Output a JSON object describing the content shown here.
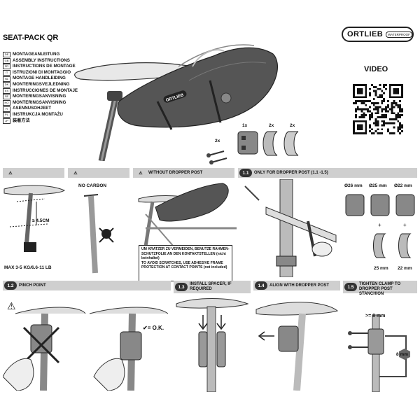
{
  "header": {
    "title": "SEAT-PACK QR",
    "brand": {
      "name": "ORTLIEB",
      "tag": "WATERPROOF"
    },
    "video_label": "VIDEO"
  },
  "languages": [
    {
      "code": "DE",
      "text": "MONTAGEANLEITUNG"
    },
    {
      "code": "GB",
      "text": "ASSEMBLY INSTRUCTIONS"
    },
    {
      "code": "FR",
      "text": "INSTRUCTIONS DE MONTAGE"
    },
    {
      "code": "IT",
      "text": "ISTRUZIONI DI MONTAGGIO"
    },
    {
      "code": "NL",
      "text": "MONTAGE HANDLEIDING"
    },
    {
      "code": "DK",
      "text": "MONTERINGSVEJLEDNING"
    },
    {
      "code": "ES",
      "text": "INSTRUCCIONES DE MONTAJE"
    },
    {
      "code": "SE",
      "text": "MONTERINGSANVISNING"
    },
    {
      "code": "NO",
      "text": "MONTERINGSANVISNING"
    },
    {
      "code": "FI",
      "text": "ASENNUSOHJEET"
    },
    {
      "code": "PL",
      "text": "INSTRUKCJA MONTAŻU"
    },
    {
      "code": "JP",
      "text": "装着方法"
    }
  ],
  "parts": {
    "clamp_qty": "1x",
    "spacer_a_qty": "2x",
    "spacer_b_qty": "2x",
    "screws_qty": "2x",
    "bag_logo": "ORTLIEB"
  },
  "sections": {
    "warn_bar": "",
    "no_carbon": "NO CARBON",
    "without_dropper": "WITHOUT DROPPER POST",
    "only_dropper_num": "1.1",
    "only_dropper": "ONLY FOR DROPPER POST (1.1 -1.5)"
  },
  "specs": {
    "clearance": "≥ 4.5CM",
    "max_load": "MAX 3-5 KG/6.6-11 LB",
    "d26": "Ø26 mm",
    "d25": "Ø25 mm",
    "d22": "Ø22 mm",
    "s25": "25 mm",
    "s22": "22 mm",
    "ok": "✔= O.K.",
    "gap": ">= 8 mm",
    "hex": "8 mm"
  },
  "warning_note": {
    "de": "UM KRATZER ZU VERMEIDEN, BENUTZE RAHMEN-SCHUTZFOLIE AN DEN KONTAKTSTELLEN (nicht beinhaltet)",
    "en": "TO AVOID SCRATCHES, USE ADHESIVE FRAME PROTECTION AT CONTACT POINTS (not included)"
  },
  "steps": [
    {
      "num": "1.2",
      "label": "PINCH POINT"
    },
    {
      "num": "1.3",
      "label": "INSTALL SPACER, IF REQUIRED"
    },
    {
      "num": "1.4",
      "label": "ALIGN WITH DROPPER POST"
    },
    {
      "num": "1.5",
      "label": "TIGHTEN CLAMP TO DROPPER POST STANCHION"
    }
  ]
}
